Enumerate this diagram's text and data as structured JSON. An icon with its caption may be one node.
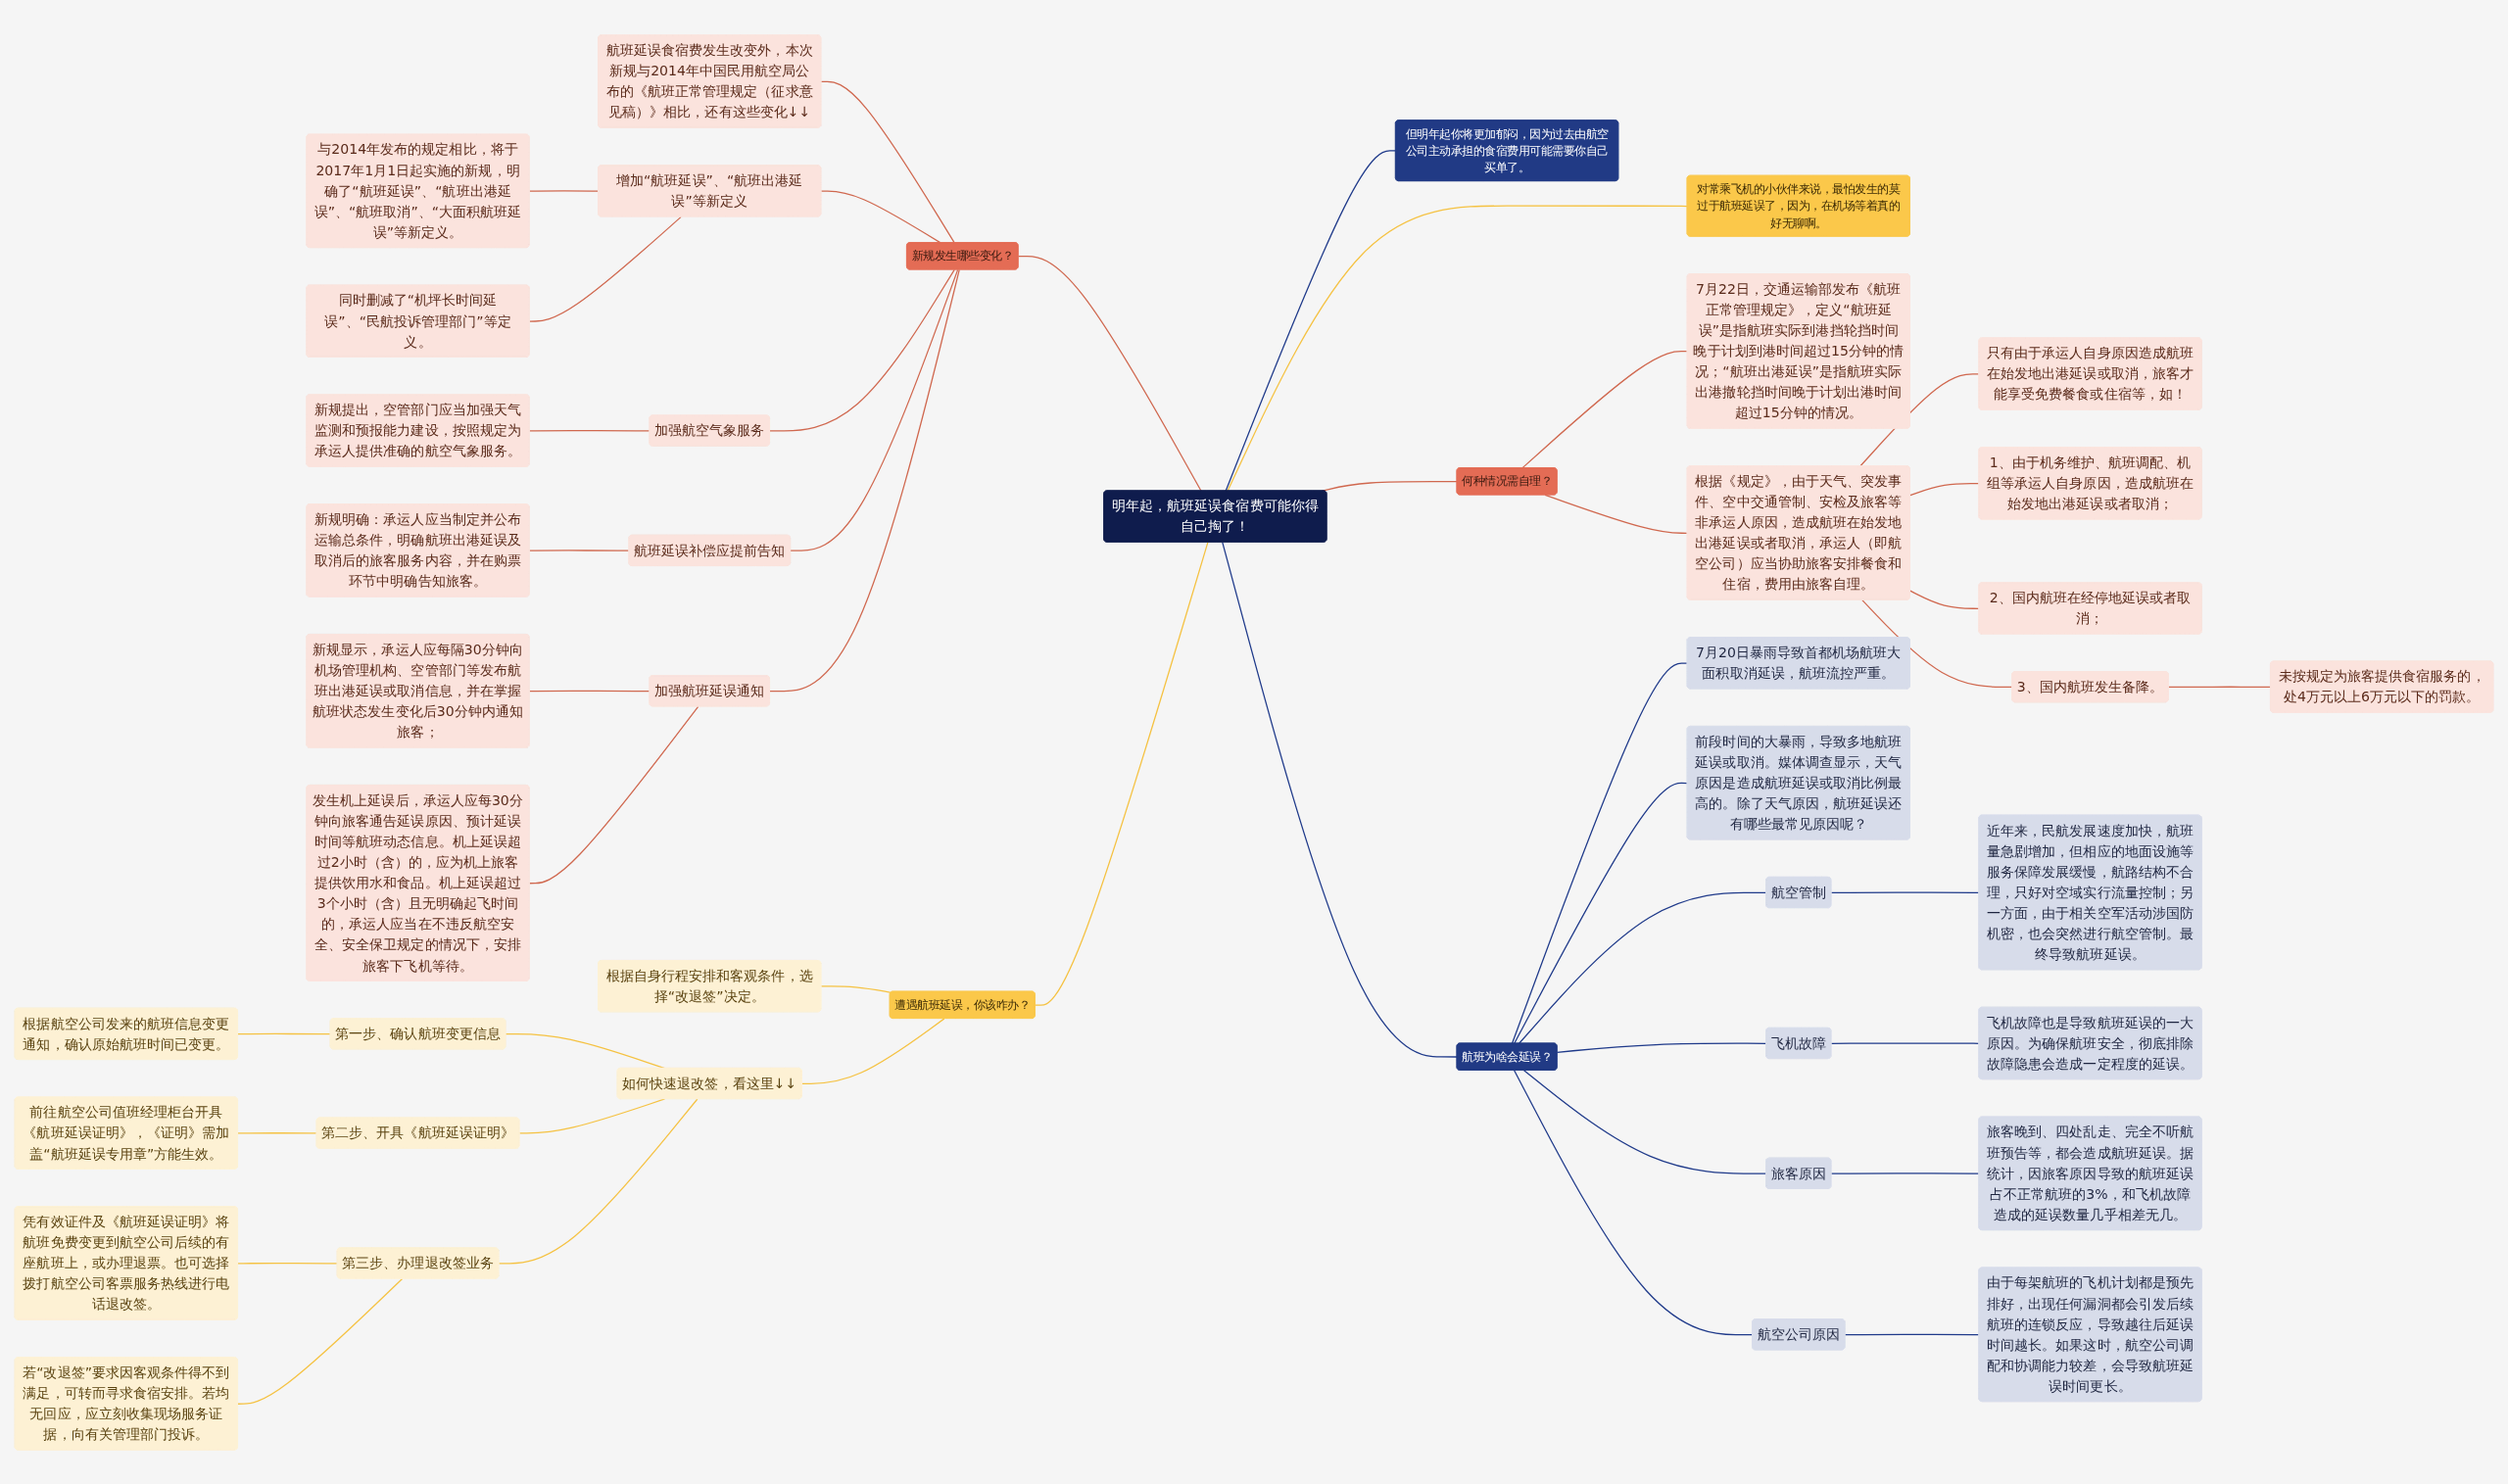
{
  "diagram": {
    "nodes": [
      {
        "text": [
          "明年起，航班延误食宿费可能你得自己掏了！"
        ]
      },
      {
        "text": [
          "但明年起你将更加郁闷，因为过去由航空公司主动承担的食宿费用可能需要你自己买单了。"
        ]
      },
      {
        "text": [
          "新规发生哪些变化？"
        ]
      },
      {
        "text": [
          "航班延误食宿费发生改变外，本次新规与2014年中国民用航空局公布的《航班正常管理规定（征求意见稿）》相比，还有这些变化↓↓"
        ]
      },
      {
        "text": [
          "增加“航班延误”、“航班出港延误”等新定义"
        ]
      },
      {
        "text": [
          "与2014年发布的规定相比，将于2017年1月1日起实施的新规，明确了“航班延误”、“航班出港延误”、“航班取消”、“大面积航班延误”等新定义。"
        ]
      },
      {
        "text": [
          "同时删减了“机坪长时间延误”、“民航投诉管理部门”等定义。"
        ]
      },
      {
        "text": [
          "加强航空气象服务"
        ]
      },
      {
        "text": [
          "新规提出，空管部门应当加强天气监测和预报能力建设，按照规定为承运人提供准确的航空气象服务。"
        ]
      },
      {
        "text": [
          "航班延误补偿应提前告知"
        ]
      },
      {
        "text": [
          "新规明确：承运人应当制定并公布运输总条件，明确航班出港延误及取消后的旅客服务内容，并在购票环节中明确告知旅客。"
        ]
      },
      {
        "text": [
          "加强航班延误通知"
        ]
      },
      {
        "text": [
          "新规显示，承运人应每隔30分钟向机场管理机构、空管部门等发布航班出港延误或取消信息，并在掌握航班状态发生变化后30分钟内通知旅客；"
        ]
      },
      {
        "text": [
          "发生机上延误后，承运人应每30分钟向旅客通告延误原因、预计延误时间等航班动态信息。机上延误超过2小时（含）的，应为机上旅客提供饮用水和食品。机上延误超过3个小时（含）且无明确起飞时间的，承运人应当在不违反航空安全、安全保卫规定的情况下，安排旅客下飞机等待。"
        ]
      },
      {
        "text": [
          "遭遇航班延误，你该咋办？"
        ]
      },
      {
        "text": [
          "根据自身行程安排和客观条件，选择“改退签”决定。"
        ]
      },
      {
        "text": [
          "如何快速退改签，看这里↓↓"
        ]
      },
      {
        "text": [
          "第一步、确认航班变更信息"
        ]
      },
      {
        "text": [
          "根据航空公司发来的航班信息变更通知，确认原始航班时间已变更。"
        ]
      },
      {
        "text": [
          "第二步、开具《航班延误证明》"
        ]
      },
      {
        "text": [
          "前往航空公司值班经理柜台开具《航班延误证明》，《证明》需加盖“航班延误专用章”方能生效。"
        ]
      },
      {
        "text": [
          "第三步、办理退改签业务"
        ]
      },
      {
        "text": [
          "凭有效证件及《航班延误证明》将航班免费变更到航空公司后续的有座航班上，或办理退票。也可选择拨打航空公司客票服务热线进行电话退改签。"
        ]
      },
      {
        "text": [
          "若“改退签”要求因客观条件得不到满足，可转而寻求食宿安排。若均无回应，应立刻收集现场服务证据，向有关管理部门投诉。"
        ]
      },
      {
        "text": [
          "对常乘飞机的小伙伴来说，最怕发生的莫过于航班延误了，因为，在机场等着真的好无聊啊。"
        ]
      },
      {
        "text": [
          "何种情况需自理？"
        ]
      },
      {
        "text": [
          "7月22日，交通运输部发布《航班正常管理规定》，定义“航班延误”是指航班实际到港挡轮挡时间晚于计划到港时间超过15分钟的情况；“航班出港延误”是指航班实际出港撤轮挡时间晚于计划出港时间超过15分钟的情况。"
        ]
      },
      {
        "text": [
          "根据《规定》，由于天气、突发事件、空中交通管制、安检及旅客等非承运人原因，造成航班在始发地出港延误或者取消，承运人（即航空公司）应当协助旅客安排餐食和住宿，费用由旅客自理。"
        ]
      },
      {
        "text": [
          "只有由于承运人自身原因造成航班在始发地出港延误或取消，旅客才能享受免费餐食或住宿等，如！"
        ]
      },
      {
        "text": [
          "1、由于机务维护、航班调配、机组等承运人自身原因，造成航班在始发地出港延误或者取消；"
        ]
      },
      {
        "text": [
          "2、国内航班在经停地延误或者取消；"
        ]
      },
      {
        "text": [
          "3、国内航班发生备降。"
        ]
      },
      {
        "text": [
          "未按规定为旅客提供食宿服务的，处4万元以上6万元以下的罚款。"
        ]
      },
      {
        "text": [
          "航班为啥会延误？"
        ]
      },
      {
        "text": [
          "7月20日暴雨导致首都机场航班大面积取消延误，航班流控严重。"
        ]
      },
      {
        "text": [
          "前段时间的大暴雨，导致多地航班延误或取消。媒体调查显示，天气原因是造成航班延误或取消比例最高的。除了天气原因，航班延误还有哪些最常见原因呢？"
        ]
      },
      {
        "text": [
          "航空管制"
        ]
      },
      {
        "text": [
          "近年来，民航发展速度加快，航班量急剧增加，但相应的地面设施等服务保障发展缓慢，航路结构不合理，只好对空域实行流量控制；另一方面，由于相关空军活动涉国防机密，也会突然进行航空管制。最终导致航班延误。"
        ]
      },
      {
        "text": [
          "飞机故障"
        ]
      },
      {
        "text": [
          "飞机故障也是导致航班延误的一大原因。为确保航班安全，彻底排除故障隐患会造成一定程度的延误。"
        ]
      },
      {
        "text": [
          "旅客原因"
        ]
      },
      {
        "text": [
          "旅客晚到、四处乱走、完全不听航班预告等，都会造成航班延误。据统计，因旅客原因导致的航班延误占不正常航班的3%，和飞机故障造成的延误数量几乎相差无几。"
        ]
      },
      {
        "text": [
          "航空公司原因"
        ]
      },
      {
        "text": [
          "由于每架航班的飞机计划都是预先排好，出现任何漏洞都会引发后续航班的连锁反应，导致越往后延误时间越长。如果这时，航空公司调配和协调能力较差，会导致航班延误时间更长。"
        ]
      }
    ],
    "edges": [
      {
        "from": 0,
        "to": 1,
        "arrow": "none",
        "color": "#1f3a8a"
      },
      {
        "from": 0,
        "to": 2,
        "arrow": "none"
      },
      {
        "from": 2,
        "to": 3,
        "arrow": "none"
      },
      {
        "from": 2,
        "to": 4,
        "arrow": "none"
      },
      {
        "from": 4,
        "to": 5,
        "arrow": "none"
      },
      {
        "from": 4,
        "to": 6,
        "arrow": "none"
      },
      {
        "from": 2,
        "to": 7,
        "arrow": "none"
      },
      {
        "from": 7,
        "to": 8,
        "arrow": "none"
      },
      {
        "from": 2,
        "to": 9,
        "arrow": "none"
      },
      {
        "from": 9,
        "to": 10,
        "arrow": "none"
      },
      {
        "from": 2,
        "to": 11,
        "arrow": "none"
      },
      {
        "from": 11,
        "to": 12,
        "arrow": "none"
      },
      {
        "from": 11,
        "to": 13,
        "arrow": "none"
      },
      {
        "from": 0,
        "to": 14,
        "arrow": "none",
        "color": "#f5c242"
      },
      {
        "from": 14,
        "to": 15,
        "arrow": "none",
        "color": "#f5c242"
      },
      {
        "from": 14,
        "to": 16,
        "arrow": "none",
        "color": "#f5c242"
      },
      {
        "from": 16,
        "to": 17,
        "arrow": "none",
        "color": "#f5c242"
      },
      {
        "from": 17,
        "to": 18,
        "arrow": "none",
        "color": "#f5c242"
      },
      {
        "from": 16,
        "to": 19,
        "arrow": "none",
        "color": "#f5c242"
      },
      {
        "from": 19,
        "to": 20,
        "arrow": "none",
        "color": "#f5c242"
      },
      {
        "from": 16,
        "to": 21,
        "arrow": "none",
        "color": "#f5c242"
      },
      {
        "from": 21,
        "to": 22,
        "arrow": "none",
        "color": "#f5c242"
      },
      {
        "from": 21,
        "to": 23,
        "arrow": "none",
        "color": "#f5c242"
      },
      {
        "from": 0,
        "to": 24,
        "arrow": "none",
        "color": "#f5c242"
      },
      {
        "from": 0,
        "to": 25,
        "arrow": "none"
      },
      {
        "from": 25,
        "to": 26,
        "arrow": "none"
      },
      {
        "from": 25,
        "to": 27,
        "arrow": "none"
      },
      {
        "from": 27,
        "to": 28,
        "arrow": "none"
      },
      {
        "from": 27,
        "to": 29,
        "arrow": "none"
      },
      {
        "from": 27,
        "to": 30,
        "arrow": "none"
      },
      {
        "from": 27,
        "to": 31,
        "arrow": "none"
      },
      {
        "from": 31,
        "to": 32,
        "arrow": "none"
      },
      {
        "from": 0,
        "to": 33,
        "arrow": "none",
        "color": "#1f3a8a"
      },
      {
        "from": 33,
        "to": 34,
        "arrow": "none",
        "color": "#1f3a8a"
      },
      {
        "from": 33,
        "to": 35,
        "arrow": "none",
        "color": "#1f3a8a"
      },
      {
        "from": 33,
        "to": 36,
        "arrow": "none",
        "color": "#1f3a8a"
      },
      {
        "from": 36,
        "to": 37,
        "arrow": "none",
        "color": "#1f3a8a"
      },
      {
        "from": 33,
        "to": 38,
        "arrow": "none",
        "color": "#1f3a8a"
      },
      {
        "from": 38,
        "to": 39,
        "arrow": "none",
        "color": "#1f3a8a"
      },
      {
        "from": 33,
        "to": 40,
        "arrow": "none",
        "color": "#1f3a8a"
      },
      {
        "from": 40,
        "to": 41,
        "arrow": "none",
        "color": "#1f3a8a"
      },
      {
        "from": 33,
        "to": 42,
        "arrow": "none",
        "color": "#1f3a8a"
      },
      {
        "from": 42,
        "to": 43,
        "arrow": "none",
        "color": "#1f3a8a"
      }
    ]
  }
}
